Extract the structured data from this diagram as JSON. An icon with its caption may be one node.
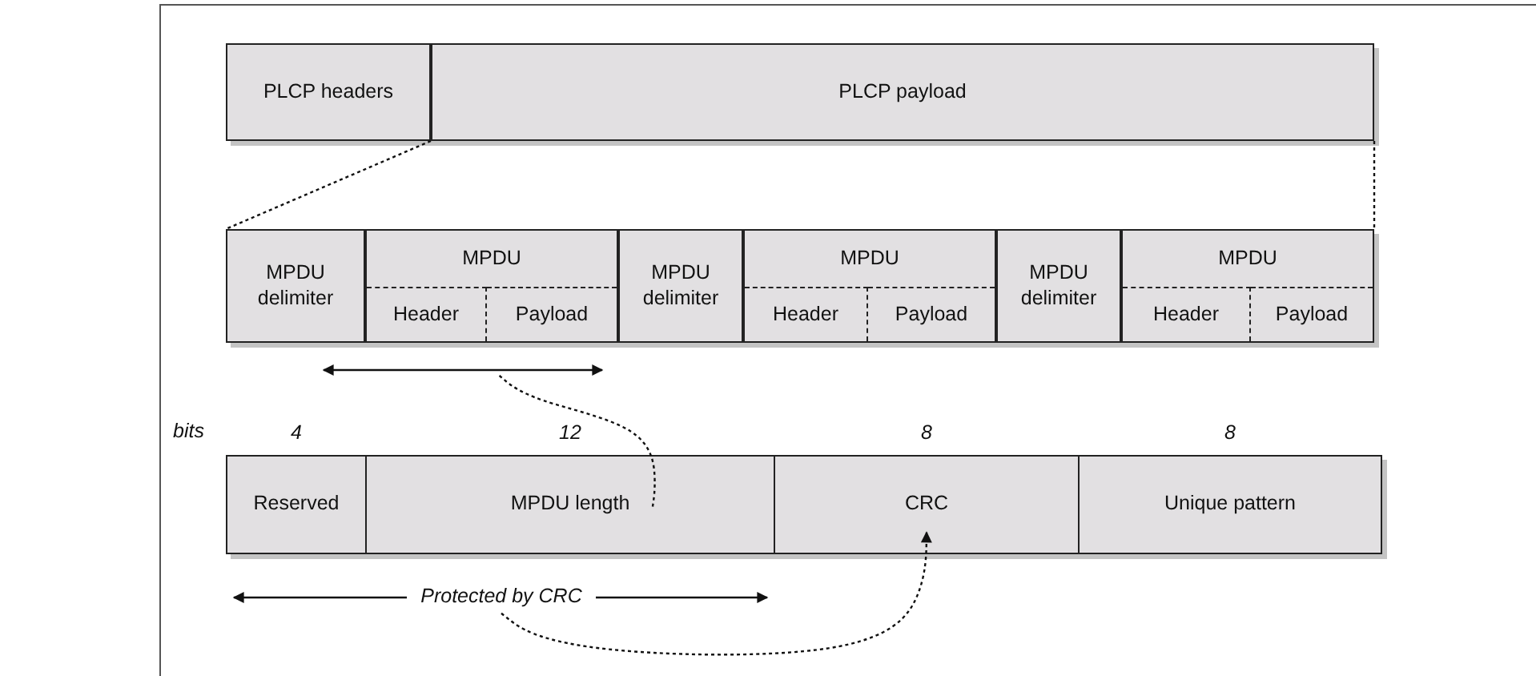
{
  "diagram": {
    "nodes": [
      {
        "text": [
          "PLCP headers"
        ]
      },
      {
        "text": [
          "PLCP payload"
        ]
      },
      {
        "text": [],
        "shape": "box"
      },
      {
        "text": [
          "MPDU delimiter"
        ],
        "in": 2
      },
      {
        "text": [
          "MPDU"
        ],
        "in": 2
      },
      {
        "text": [
          "Header"
        ],
        "in": 4
      },
      {
        "text": [
          "Payload"
        ],
        "in": 4
      },
      {
        "text": [
          "MPDU delimiter"
        ],
        "in": 2
      },
      {
        "text": [
          "MPDU"
        ],
        "in": 2
      },
      {
        "text": [
          "Header"
        ],
        "in": 8
      },
      {
        "text": [
          "Payload"
        ],
        "in": 8
      },
      {
        "text": [
          "MPDU delimiter"
        ],
        "in": 2
      },
      {
        "text": [
          "MPDU"
        ],
        "in": 2
      },
      {
        "text": [
          "Header"
        ],
        "in": 12
      },
      {
        "text": [
          "Payload"
        ],
        "in": 12
      },
      {
        "text": [],
        "shape": "line"
      },
      {
        "text": [
          "Reserved"
        ],
        "beside": [
          "4"
        ]
      },
      {
        "text": [
          "MPDU length"
        ],
        "beside": [
          "12"
        ]
      },
      {
        "text": [
          "CRC"
        ],
        "beside": [
          "8"
        ]
      },
      {
        "text": [
          "Unique pattern"
        ],
        "beside": [
          "8"
        ]
      },
      {
        "text": [
          "Protected by CRC"
        ]
      }
    ],
    "edges": [
      {
        "from": 1,
        "to": 2,
        "arrow": "none",
        "style": "dashed"
      },
      {
        "from": 1,
        "to": 2,
        "arrow": "none",
        "style": "dashed"
      },
      {
        "from": 15,
        "to": 17,
        "arrow": "none",
        "style": "dashed"
      },
      {
        "from": 20,
        "to": 18,
        "arrow": "to",
        "style": "dashed"
      }
    ],
    "labels": [
      "bits"
    ]
  }
}
